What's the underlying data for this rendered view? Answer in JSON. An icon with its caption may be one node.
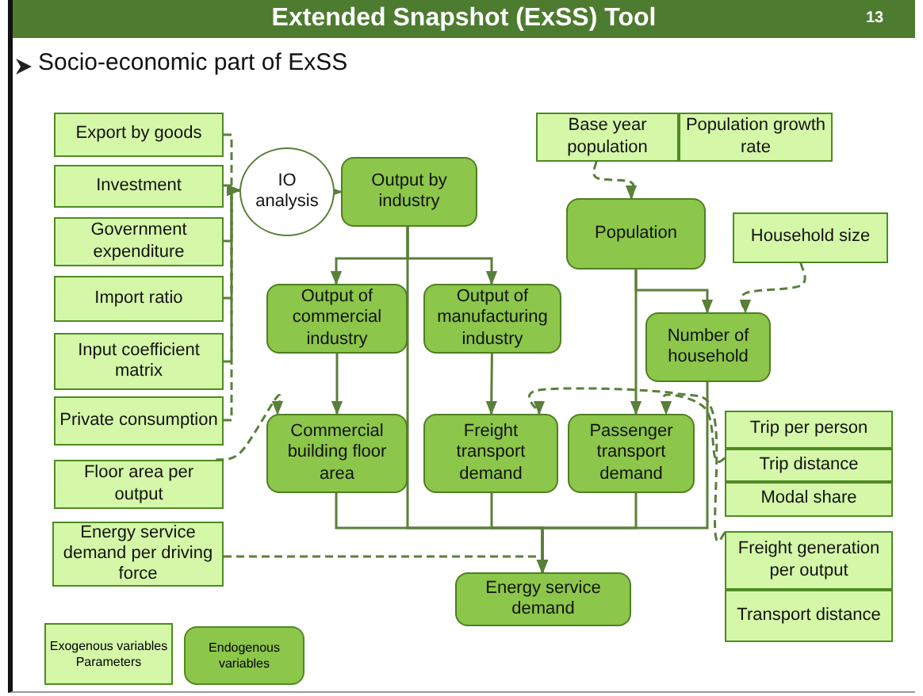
{
  "diagram": {
    "title": "Extended Snapshot (ExSS) Tool",
    "nodes": [
      {
        "text": [
          "Export by goods"
        ]
      },
      {
        "text": [
          "Investment"
        ]
      },
      {
        "text": [
          "Government expenditure"
        ]
      },
      {
        "text": [
          "Import ratio"
        ]
      },
      {
        "text": [
          "Input coefficient matrix"
        ]
      },
      {
        "text": [
          "Private consumption"
        ]
      },
      {
        "text": [
          "Floor area per output"
        ]
      },
      {
        "text": [
          "Energy service demand per driving force"
        ]
      },
      {
        "text": [
          "IO analysis"
        ]
      },
      {
        "text": [
          "Output by industry"
        ]
      },
      {
        "text": [
          "Output of commercial industry"
        ]
      },
      {
        "text": [
          "Output of manufacturing industry"
        ]
      },
      {
        "text": [
          "Base year population"
        ]
      },
      {
        "text": [
          "Population growth rate"
        ]
      },
      {
        "text": [
          "Population"
        ]
      },
      {
        "text": [
          "Household size"
        ]
      },
      {
        "text": [
          "Number of household"
        ]
      },
      {
        "text": [
          "Commercial building floor area"
        ]
      },
      {
        "text": [
          "Freight transport demand"
        ]
      },
      {
        "text": [
          "Passenger transport demand"
        ]
      },
      {
        "text": [
          "Trip per person"
        ]
      },
      {
        "text": [
          "Trip distance"
        ]
      },
      {
        "text": [
          "Modal share"
        ]
      },
      {
        "text": [
          "Freight generation per output"
        ]
      },
      {
        "text": [
          "Transport distance"
        ]
      },
      {
        "text": [
          "Energy service demand"
        ]
      }
    ],
    "edges": [
      {
        "from": 0,
        "to": 8,
        "arrow": "to",
        "style": "dashed"
      },
      {
        "from": 1,
        "to": 8,
        "arrow": "to",
        "style": "dashed"
      },
      {
        "from": 2,
        "to": 8,
        "arrow": "to",
        "style": "dashed"
      },
      {
        "from": 3,
        "to": 8,
        "arrow": "to",
        "style": "dashed"
      },
      {
        "from": 4,
        "to": 8,
        "arrow": "to",
        "style": "dashed"
      },
      {
        "from": 5,
        "to": 8,
        "arrow": "to",
        "style": "dashed"
      },
      {
        "from": 8,
        "to": 9,
        "arrow": "to"
      },
      {
        "from": 9,
        "to": 10,
        "arrow": "to"
      },
      {
        "from": 9,
        "to": 11,
        "arrow": "to"
      },
      {
        "from": 9,
        "to": 25,
        "arrow": "to"
      },
      {
        "from": 10,
        "to": 17,
        "arrow": "to"
      },
      {
        "from": 11,
        "to": 18,
        "arrow": "to"
      },
      {
        "from": 12,
        "to": 14,
        "arrow": "to",
        "style": "dashed"
      },
      {
        "from": 14,
        "to": 19,
        "arrow": "to"
      },
      {
        "from": 14,
        "to": 16,
        "arrow": "to"
      },
      {
        "from": 15,
        "to": 16,
        "arrow": "to",
        "style": "dashed"
      },
      {
        "from": 6,
        "to": 17,
        "arrow": "to",
        "style": "dashed"
      },
      {
        "from": 23,
        "to": 18,
        "arrow": "to",
        "style": "dashed"
      },
      {
        "from": 21,
        "to": 19,
        "arrow": "to",
        "style": "dashed"
      },
      {
        "from": 17,
        "to": 25,
        "arrow": "to"
      },
      {
        "from": 18,
        "to": 25,
        "arrow": "to"
      },
      {
        "from": 19,
        "to": 25,
        "arrow": "to"
      },
      {
        "from": 16,
        "to": 25,
        "arrow": "to"
      },
      {
        "from": 7,
        "to": 25,
        "arrow": "to",
        "style": "dashed"
      }
    ],
    "labels": [
      "13",
      "Socio-economic part of ExSS"
    ],
    "legend": [
      {
        "text": "Exogenous variables Parameters",
        "color": "#d4f7a8"
      },
      {
        "text": "Endogenous variables",
        "color": "#8cc64a"
      }
    ]
  }
}
